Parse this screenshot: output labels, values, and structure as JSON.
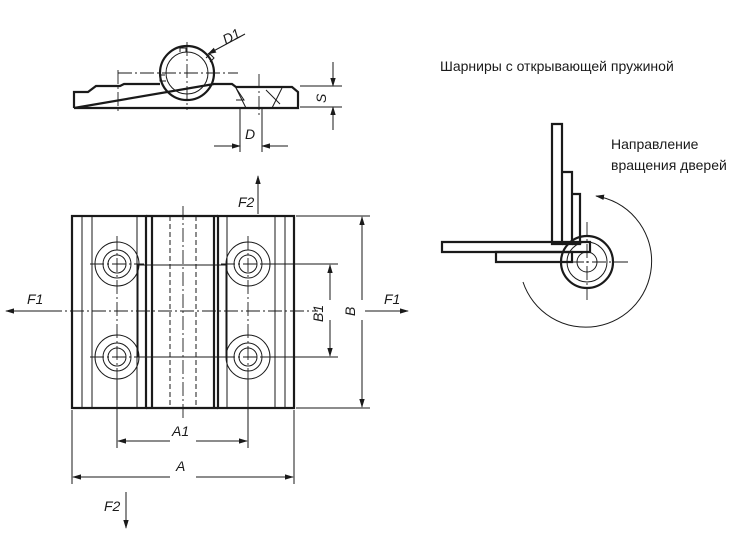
{
  "caption": {
    "title": "Шарниры с открывающей пружиной",
    "direction_line1": "Направление",
    "direction_line2": "вращения дверей"
  },
  "dimensions": {
    "d1": "D1",
    "s": "S",
    "d": "D",
    "f2_top": "F2",
    "f2_bottom": "F2",
    "f1_left": "F1",
    "f1_right": "F1",
    "b1": "B1",
    "b": "B",
    "a1": "A1",
    "a": "A"
  },
  "colors": {
    "line": "#1a1a1a",
    "background": "#ffffff"
  }
}
